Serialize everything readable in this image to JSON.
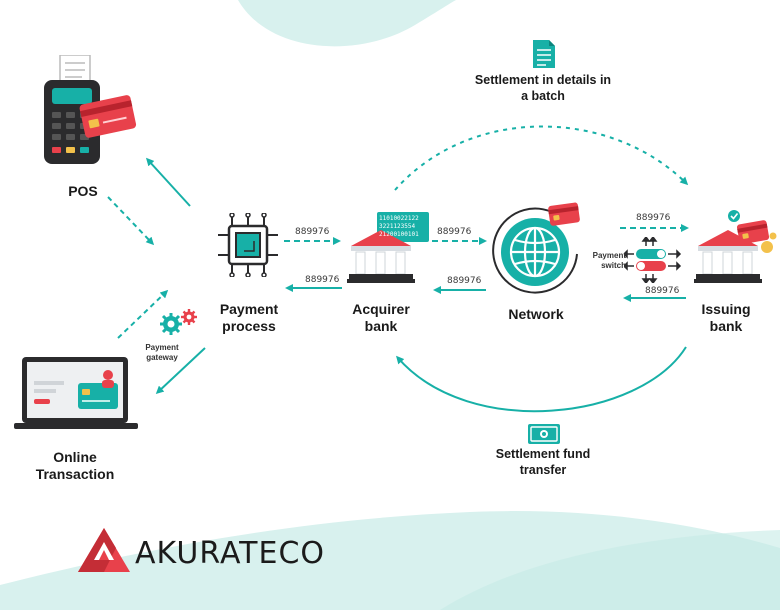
{
  "nodes": {
    "pos": "POS",
    "online": [
      "Online",
      "Transaction"
    ],
    "payment_process": [
      "Payment",
      "process"
    ],
    "acquirer": [
      "Acquirer",
      "bank"
    ],
    "network": "Network",
    "issuing": [
      "Issuing",
      "bank"
    ]
  },
  "gateway_label": [
    "Payment",
    "gateway"
  ],
  "switch_label": [
    "Payment",
    "switch"
  ],
  "amounts": {
    "pp_to_acq": "889976",
    "acq_to_pp": "889976",
    "acq_to_net": "889976",
    "net_to_acq": "889976",
    "net_to_iss": "889976",
    "iss_to_net": "889976"
  },
  "binary_lines": [
    "11010022122",
    "3221123554",
    "21200100101"
  ],
  "settlement_top": [
    "Settlement in details in",
    "a batch"
  ],
  "settlement_bottom": [
    "Settlement fund",
    "transfer"
  ],
  "brand": "AKURATECO",
  "colors": {
    "teal": "#17b0a7",
    "red": "#e8414b",
    "dark": "#1d1d1f",
    "mint": "#d8f1ee"
  }
}
